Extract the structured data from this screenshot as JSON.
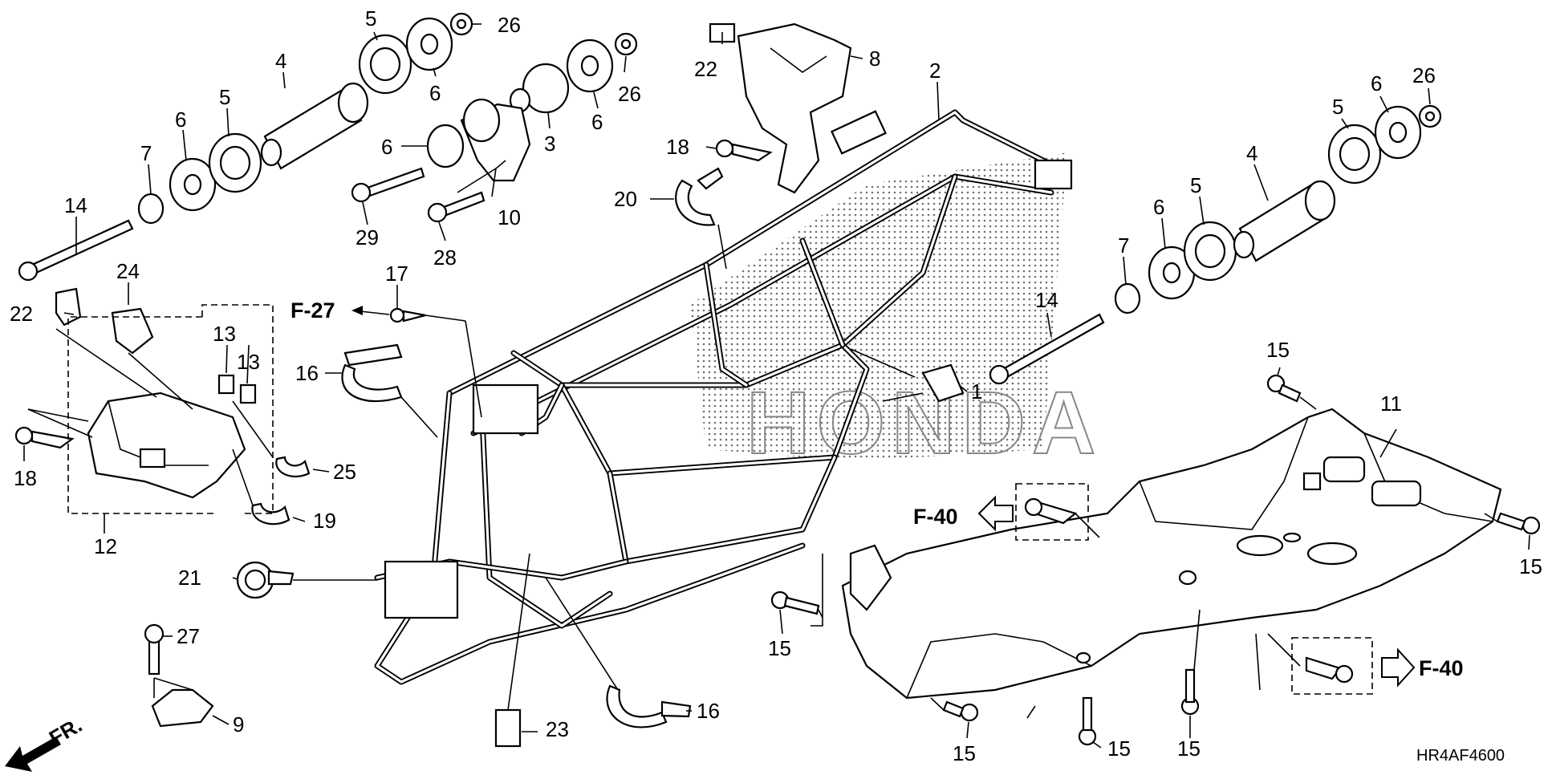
{
  "diagram": {
    "part_numbers": [
      "1",
      "2",
      "3",
      "4",
      "5",
      "6",
      "7",
      "8",
      "9",
      "10",
      "11",
      "12",
      "13",
      "14",
      "15",
      "16",
      "17",
      "18",
      "19",
      "20",
      "21",
      "22",
      "23",
      "24",
      "25",
      "26",
      "27",
      "28",
      "29"
    ],
    "labels": {
      "p26a": "26",
      "p5a": "5",
      "p6a": "6",
      "p4a": "4",
      "p5b": "5",
      "p6b": "6",
      "p7a": "7",
      "p14a": "14",
      "p26b": "26",
      "p6c": "6",
      "p3": "3",
      "p6d": "6",
      "p10": "10",
      "p29": "29",
      "p28": "28",
      "p22a": "22",
      "p8": "8",
      "p18a": "18",
      "p20": "20",
      "p2": "2",
      "p26c": "26",
      "p6e": "6",
      "p5c": "5",
      "p4b": "4",
      "p5d": "5",
      "p6f": "6",
      "p7b": "7",
      "p14b": "14",
      "p22b": "22",
      "p24": "24",
      "p13a": "13",
      "p13b": "13",
      "p18b": "18",
      "p12": "12",
      "p25": "25",
      "p19": "19",
      "p17": "17",
      "p16a": "16",
      "p1": "1",
      "p21": "21",
      "p27": "27",
      "p9": "9",
      "p23": "23",
      "p16b": "16",
      "p15a": "15",
      "p11": "11",
      "p15b": "15",
      "p15c": "15",
      "p15d": "15",
      "p15e": "15",
      "p15f": "15"
    },
    "refs": {
      "f27": "F-27",
      "f40_left": "F-40",
      "f40_right": "F-40"
    },
    "direction": "FR.",
    "diagram_code": "HR4AF4600",
    "watermark": "HONDA"
  }
}
